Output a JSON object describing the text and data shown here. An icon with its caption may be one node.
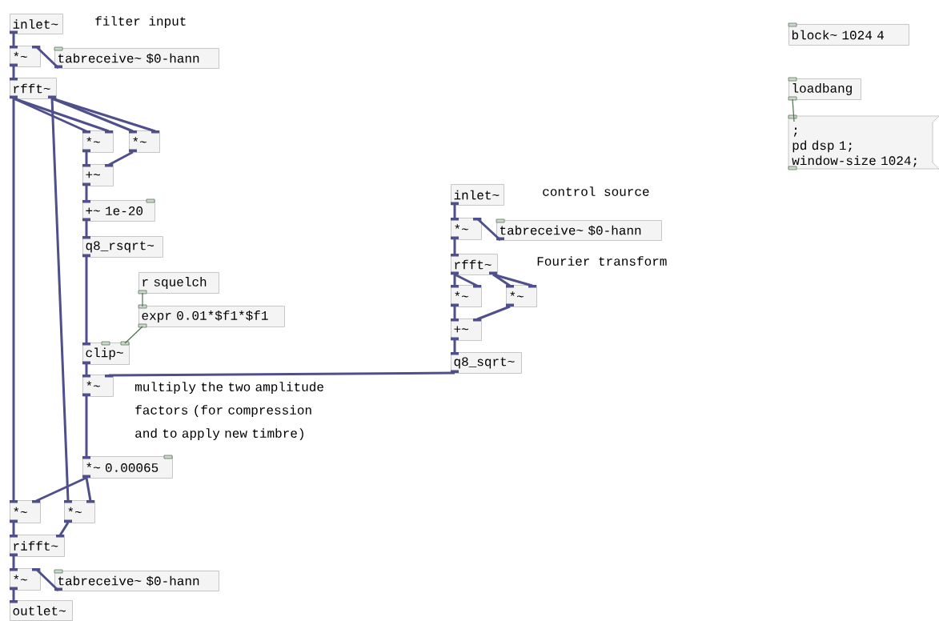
{
  "diagram": {
    "nodes": [
      {
        "text": [
          "inlet~"
        ]
      },
      {
        "text": [
          "*~"
        ]
      },
      {
        "text": [
          "tabreceive~ $0-hann"
        ]
      },
      {
        "text": [
          "rfft~"
        ]
      },
      {
        "text": [
          "*~"
        ]
      },
      {
        "text": [
          "*~"
        ]
      },
      {
        "text": [
          "+~"
        ]
      },
      {
        "text": [
          "+~ 1e-20"
        ]
      },
      {
        "text": [
          "q8_rsqrt~"
        ]
      },
      {
        "text": [
          "r squelch"
        ]
      },
      {
        "text": [
          "expr 0.01*$f1*$f1"
        ]
      },
      {
        "text": [
          "clip~"
        ]
      },
      {
        "text": [
          "*~"
        ]
      },
      {
        "text": [
          "*~ 0.00065"
        ]
      },
      {
        "text": [
          "*~"
        ]
      },
      {
        "text": [
          "*~"
        ]
      },
      {
        "text": [
          "rifft~"
        ]
      },
      {
        "text": [
          "*~"
        ]
      },
      {
        "text": [
          "tabreceive~ $0-hann"
        ]
      },
      {
        "text": [
          "outlet~"
        ]
      },
      {
        "text": [
          "inlet~"
        ]
      },
      {
        "text": [
          "*~"
        ]
      },
      {
        "text": [
          "tabreceive~ $0-hann"
        ]
      },
      {
        "text": [
          "rfft~"
        ]
      },
      {
        "text": [
          "*~"
        ]
      },
      {
        "text": [
          "*~"
        ]
      },
      {
        "text": [
          "+~"
        ]
      },
      {
        "text": [
          "q8_sqrt~"
        ]
      },
      {
        "text": [
          "block~ 1024 4"
        ]
      },
      {
        "text": [
          "loadbang"
        ]
      },
      {
        "text": [
          ";",
          "pd dsp 1;",
          "window-size 1024;"
        ]
      }
    ],
    "edges": [
      {
        "from": 0,
        "to": 1,
        "arrow": "none"
      },
      {
        "from": 2,
        "to": 1,
        "arrow": "none"
      },
      {
        "from": 1,
        "to": 3,
        "arrow": "none"
      },
      {
        "from": 3,
        "to": 4,
        "arrow": "none"
      },
      {
        "from": 3,
        "to": 4,
        "arrow": "none"
      },
      {
        "from": 3,
        "to": 5,
        "arrow": "none"
      },
      {
        "from": 3,
        "to": 5,
        "arrow": "none"
      },
      {
        "from": 3,
        "to": 14,
        "arrow": "none"
      },
      {
        "from": 3,
        "to": 15,
        "arrow": "none"
      },
      {
        "from": 4,
        "to": 6,
        "arrow": "none"
      },
      {
        "from": 5,
        "to": 6,
        "arrow": "none"
      },
      {
        "from": 6,
        "to": 7,
        "arrow": "none"
      },
      {
        "from": 7,
        "to": 8,
        "arrow": "none"
      },
      {
        "from": 8,
        "to": 11,
        "arrow": "none"
      },
      {
        "from": 9,
        "to": 10,
        "arrow": "none",
        "color": "#4f6f4f"
      },
      {
        "from": 10,
        "to": 11,
        "arrow": "none",
        "color": "#4f6f4f"
      },
      {
        "from": 11,
        "to": 12,
        "arrow": "none"
      },
      {
        "from": 27,
        "to": 12,
        "arrow": "none"
      },
      {
        "from": 12,
        "to": 13,
        "arrow": "none"
      },
      {
        "from": 13,
        "to": 14,
        "arrow": "none"
      },
      {
        "from": 13,
        "to": 15,
        "arrow": "none"
      },
      {
        "from": 14,
        "to": 16,
        "arrow": "none"
      },
      {
        "from": 15,
        "to": 16,
        "arrow": "none"
      },
      {
        "from": 16,
        "to": 17,
        "arrow": "none"
      },
      {
        "from": 18,
        "to": 17,
        "arrow": "none"
      },
      {
        "from": 17,
        "to": 19,
        "arrow": "none"
      },
      {
        "from": 20,
        "to": 21,
        "arrow": "none"
      },
      {
        "from": 22,
        "to": 21,
        "arrow": "none"
      },
      {
        "from": 21,
        "to": 23,
        "arrow": "none"
      },
      {
        "from": 23,
        "to": 24,
        "arrow": "none"
      },
      {
        "from": 23,
        "to": 24,
        "arrow": "none"
      },
      {
        "from": 23,
        "to": 25,
        "arrow": "none"
      },
      {
        "from": 23,
        "to": 25,
        "arrow": "none"
      },
      {
        "from": 24,
        "to": 26,
        "arrow": "none"
      },
      {
        "from": 25,
        "to": 26,
        "arrow": "none"
      },
      {
        "from": 26,
        "to": 27,
        "arrow": "none"
      },
      {
        "from": 29,
        "to": 30,
        "arrow": "none",
        "color": "#4f6f4f"
      }
    ],
    "labels": [
      "filter input",
      "control source",
      "Fourier transform",
      "multiply the two amplitude factors (for compression and to apply new timbre)"
    ]
  }
}
